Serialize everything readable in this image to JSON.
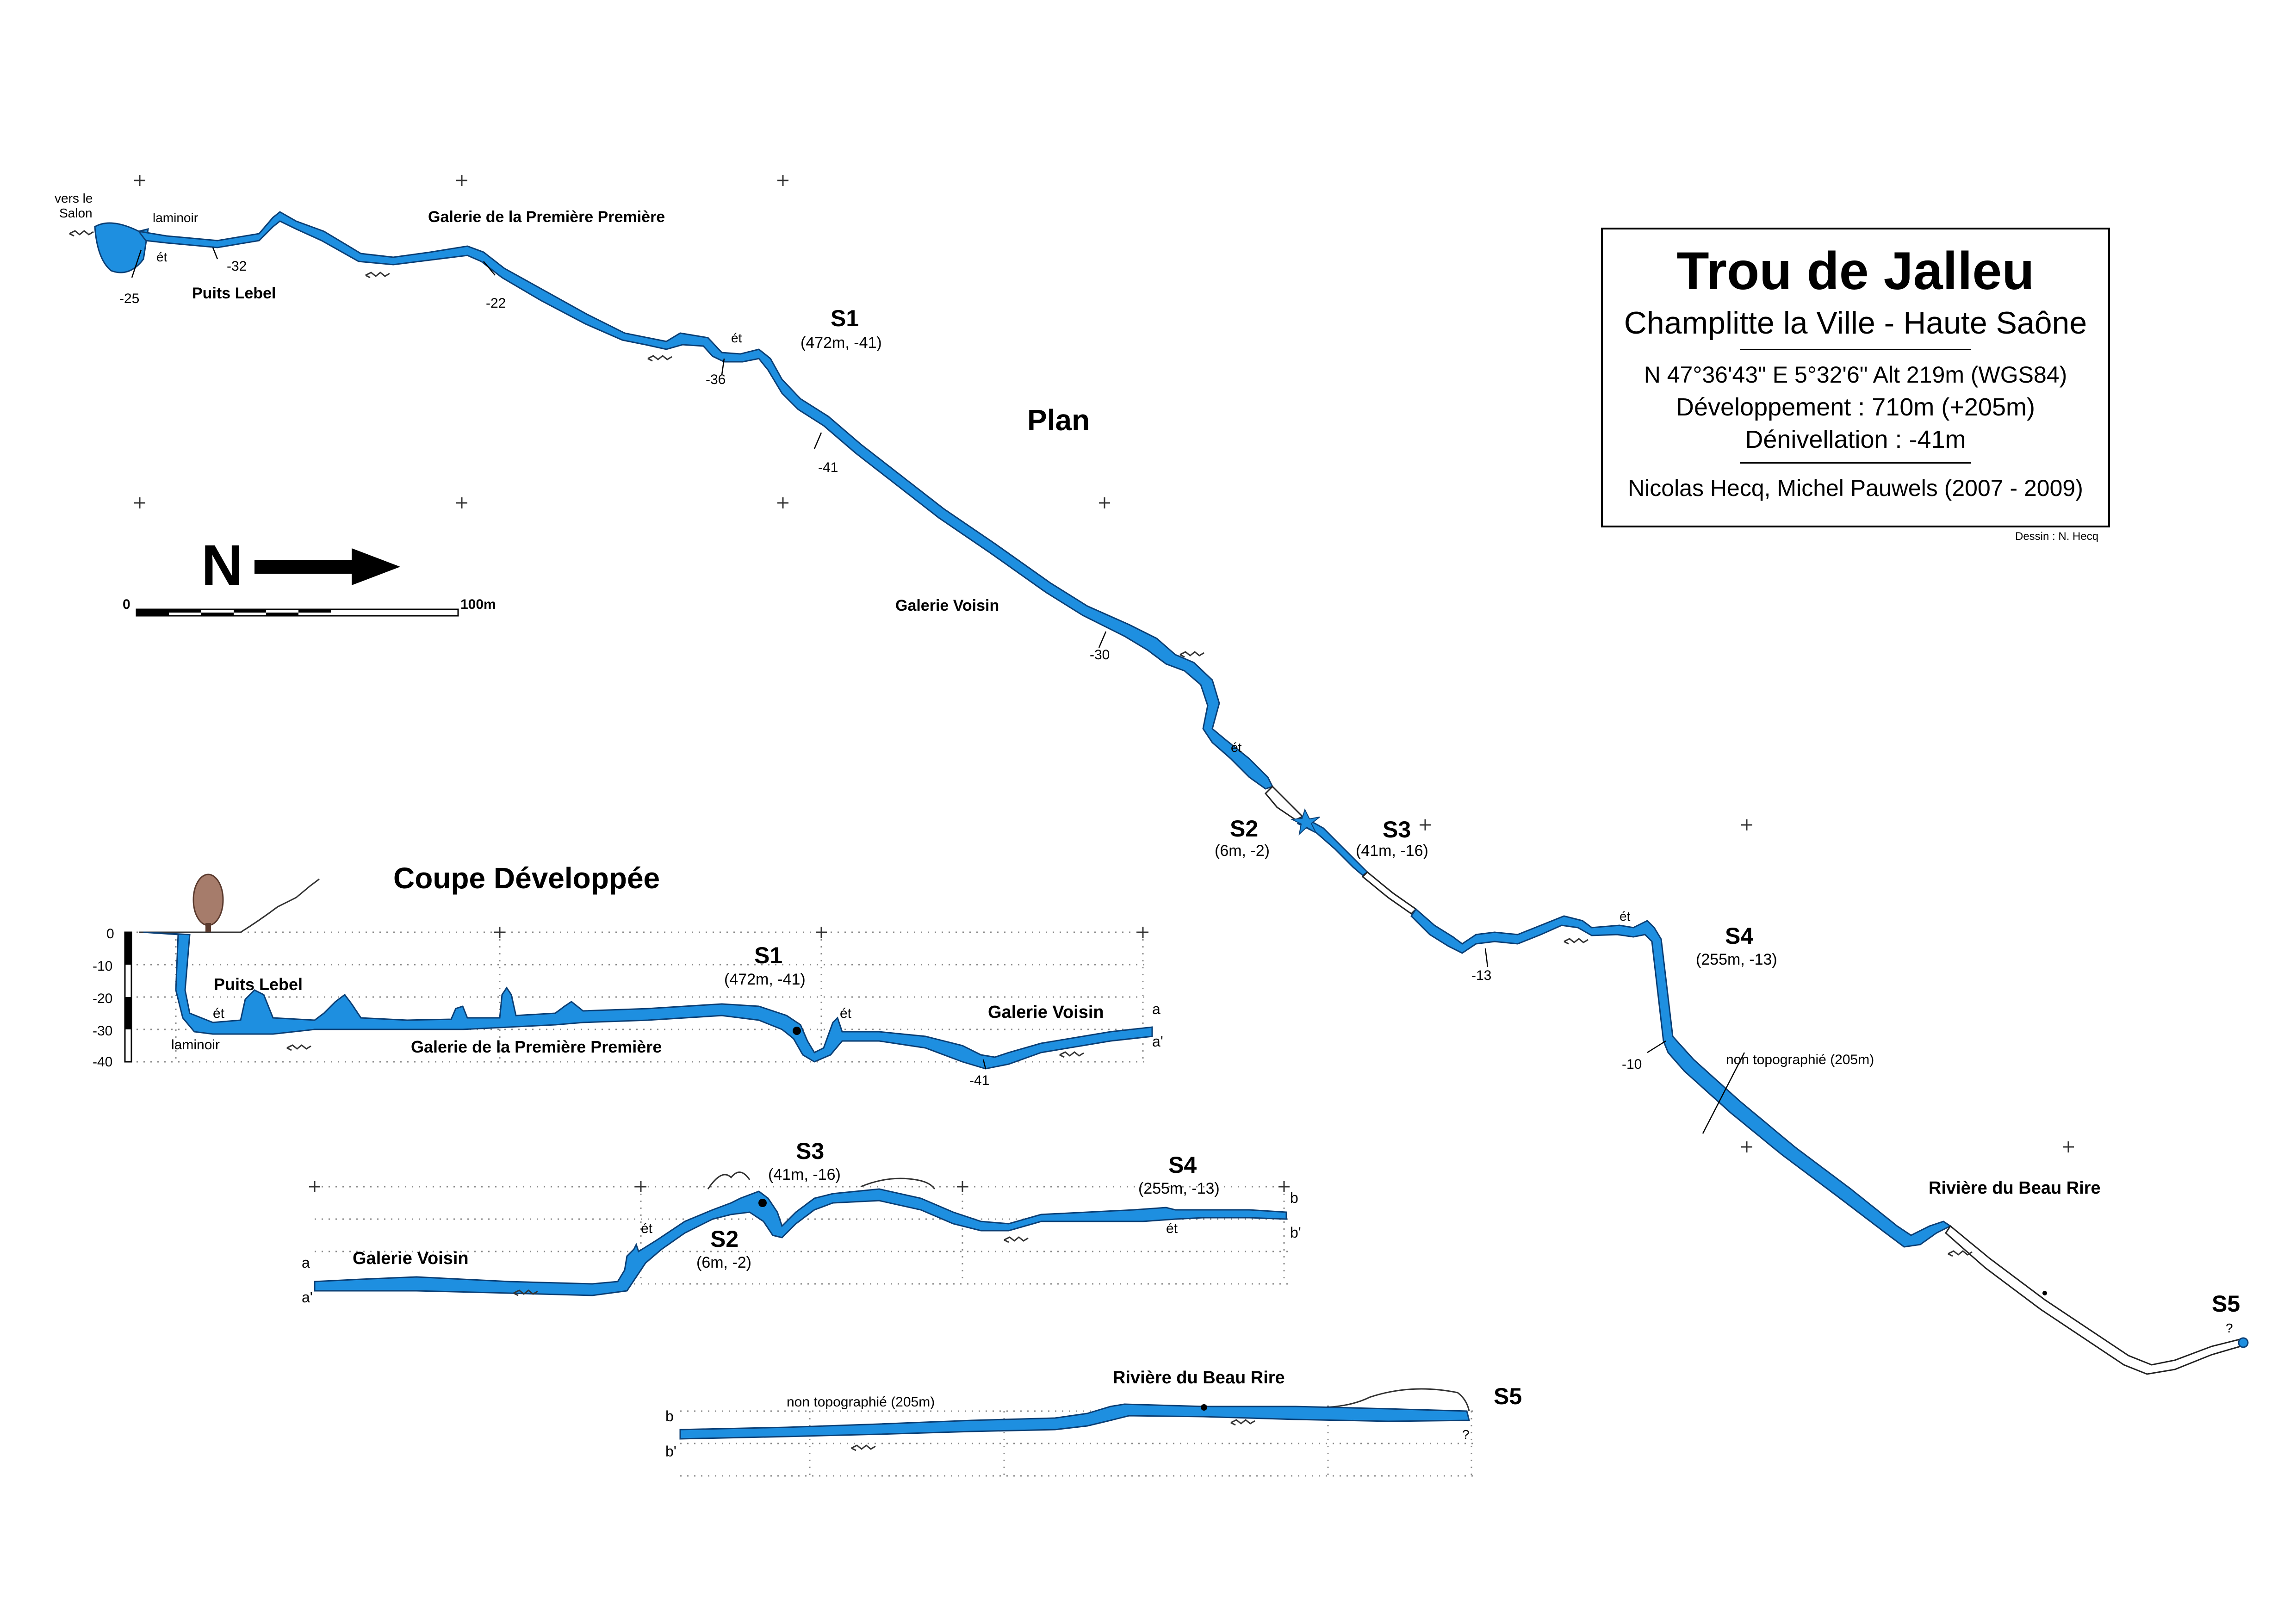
{
  "title_block": {
    "title": "Trou de Jalleu",
    "subtitle": "Champlitte la Ville - Haute Saône",
    "coordinates": "N 47°36'43\"   E 5°32'6\"   Alt 219m (WGS84)",
    "development": "Développement : 710m (+205m)",
    "denivellation": "Dénivellation : -41m",
    "authors": "Nicolas Hecq, Michel Pauwels (2007 - 2009)",
    "drawing_credit": "Dessin : N. Hecq"
  },
  "plan": {
    "heading": "Plan",
    "north_letter": "N",
    "scale_start": "0",
    "scale_end": "100m",
    "labels": {
      "vers_le": "vers le",
      "salon": "Salon",
      "laminoir": "laminoir",
      "et_1": "ét",
      "d32": "-32",
      "d25": "-25",
      "puits_lebel": "Puits Lebel",
      "premiere": "Galerie de la Première Première",
      "d22": "-22",
      "et_2": "ét",
      "d36": "-36",
      "s1": "S1",
      "s1_info": "(472m, -41)",
      "d41": "-41",
      "voisin": "Galerie  Voisin",
      "d30": "-30",
      "et_3": "ét",
      "s2": "S2",
      "s2_info": "(6m, -2)",
      "s3": "S3",
      "s3_info": "(41m, -16)",
      "d13": "-13",
      "et_4": "ét",
      "s4": "S4",
      "s4_info": "(255m, -13)",
      "d10": "-10",
      "non_topo": "non topographié (205m)",
      "beau_rire": "Rivière du Beau Rire",
      "s5": "S5",
      "q": "?"
    }
  },
  "section": {
    "heading": "Coupe Développée",
    "depth_ticks": [
      "0",
      "-10",
      "-20",
      "-30",
      "-40"
    ],
    "row1": {
      "puits_lebel": "Puits Lebel",
      "et_1": "ét",
      "laminoir": "laminoir",
      "premiere": "Galerie de la Première Première",
      "s1": "S1",
      "s1_info": "(472m, -41)",
      "et_2": "ét",
      "voisin": "Galerie  Voisin",
      "d41": "-41",
      "a": "a",
      "a_prime": "a'"
    },
    "row2": {
      "a": "a",
      "a_prime": "a'",
      "voisin": "Galerie  Voisin",
      "et_1": "ét",
      "s2": "S2",
      "s2_info": "(6m, -2)",
      "s3": "S3",
      "s3_info": "(41m, -16)",
      "s4": "S4",
      "s4_info": "(255m, -13)",
      "et_2": "ét",
      "b": "b",
      "b_prime": "b'"
    },
    "row3": {
      "b": "b",
      "b_prime": "b'",
      "non_topo": "non topographié (205m)",
      "beau_rire": "Rivière du Beau Rire",
      "s5": "S5",
      "q": "?"
    }
  }
}
